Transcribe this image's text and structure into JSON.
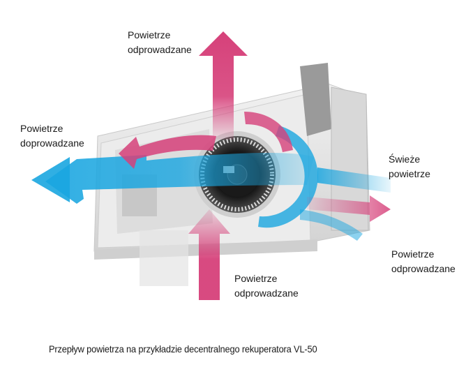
{
  "labels": {
    "top_exhaust": [
      "Powietrze",
      "odprowadzane"
    ],
    "left_supply": [
      "Powietrze",
      "doprowadzane"
    ],
    "right_fresh": [
      "Świeże",
      "powietrze"
    ],
    "right_exhaust": [
      "Powietrze",
      "odprowadzane"
    ],
    "bottom_exhaust": [
      "Powietrze",
      "odprowadzane"
    ]
  },
  "caption": "Przepływ powietrza na przykładzie decentralnego rekuperatora VL-50",
  "colors": {
    "exhaust": "#d6417a",
    "supply": "#1aa6e0",
    "housing": "#e6e6e6"
  }
}
